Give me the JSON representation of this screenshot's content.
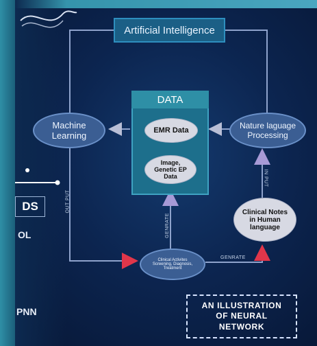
{
  "title_node": "Artificial Intelligence",
  "data_box": {
    "title": "DATA",
    "items": [
      "EMR Data",
      "Image, Genetic EP Data"
    ]
  },
  "nodes": {
    "ml": "Machine Learning",
    "nlp": "Nature laguage Processing",
    "clinical_notes": "Clinical Notes in Human language",
    "clinical_activities": "Clinical Activites Screening, Diagnosis, Treatment"
  },
  "edge_labels": {
    "output": "OUT PUT",
    "input": "IN PUT",
    "generate_up": "GENRATE",
    "generate_right": "GENRATE"
  },
  "side_labels": {
    "ds": "DS",
    "ol": "OL",
    "pnn": "PNN"
  },
  "illustration_caption": [
    "An illustration",
    "of neural",
    "network"
  ]
}
